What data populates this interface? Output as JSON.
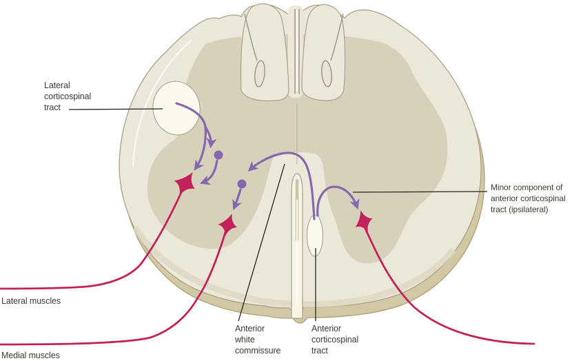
{
  "figure": {
    "type": "anatomical-diagram",
    "subject": "Spinal cord cross section showing corticospinal tract pathways to motor neurons"
  },
  "labels": {
    "lateral_corticospinal_tract": "Lateral\ncorticospinal\ntract",
    "minor_component": "Minor component of\nanterior corticospinal\ntract (ipsilateral)",
    "lateral_muscles": "Lateral muscles",
    "medial_muscles": "Medial muscles",
    "anterior_white_commissure": "Anterior\nwhite\ncommissure",
    "anterior_corticospinal_tract": "Anterior\ncorticospinal\ntract"
  },
  "colors": {
    "background": "#ffffff",
    "white_matter": "#ebe7d9",
    "white_matter_outline": "#a9a089",
    "gray_matter": "#d7d0bb",
    "rim": "#d3c8a4",
    "rim_outline": "#a89c72",
    "tract_region_fill": "#fbf9ee",
    "fissure_fill": "#f7f4e8",
    "fissure_inner_tan": "#cfc3a0",
    "pathway_purple": "#8568ad",
    "neuron_crimson": "#c2215a",
    "leader_line": "#26231f",
    "label_text": "#3f3b33"
  }
}
